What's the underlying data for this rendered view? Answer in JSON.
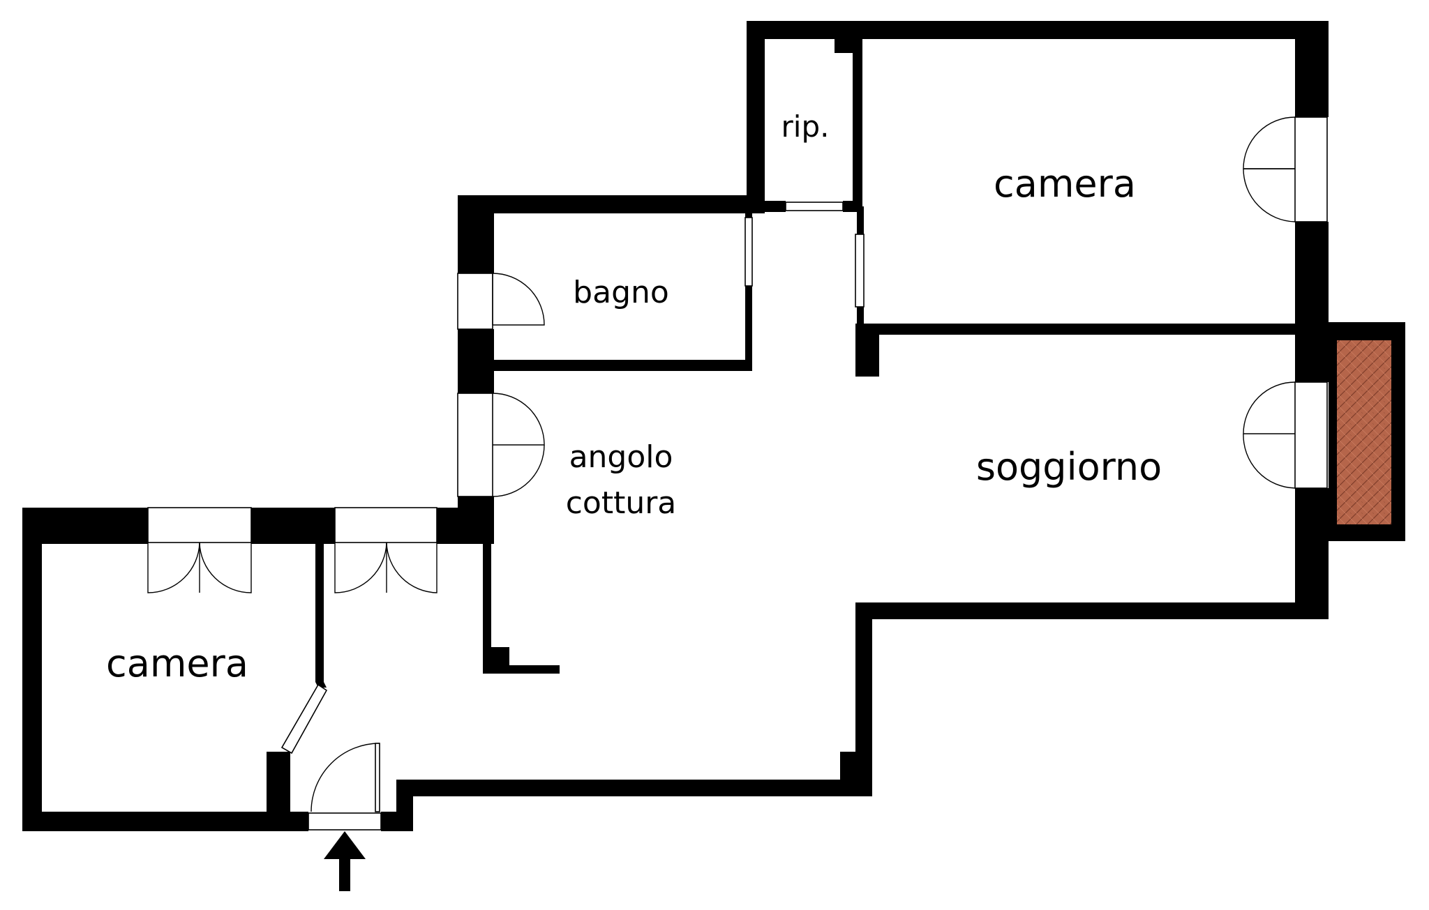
{
  "floorplan": {
    "rooms": {
      "camera_top": "camera",
      "rip": "rip.",
      "bagno": "bagno",
      "angolo_line1": "angolo",
      "angolo_line2": "cottura",
      "soggiorno": "soggiorno",
      "camera_left": "camera"
    },
    "colors": {
      "wall": "#000000",
      "balcony_floor": "#b5654a",
      "background": "#ffffff"
    },
    "icons": [
      "entrance-arrow-icon",
      "door-swing-icon",
      "window-icon",
      "balcony-brick-pattern"
    ]
  }
}
